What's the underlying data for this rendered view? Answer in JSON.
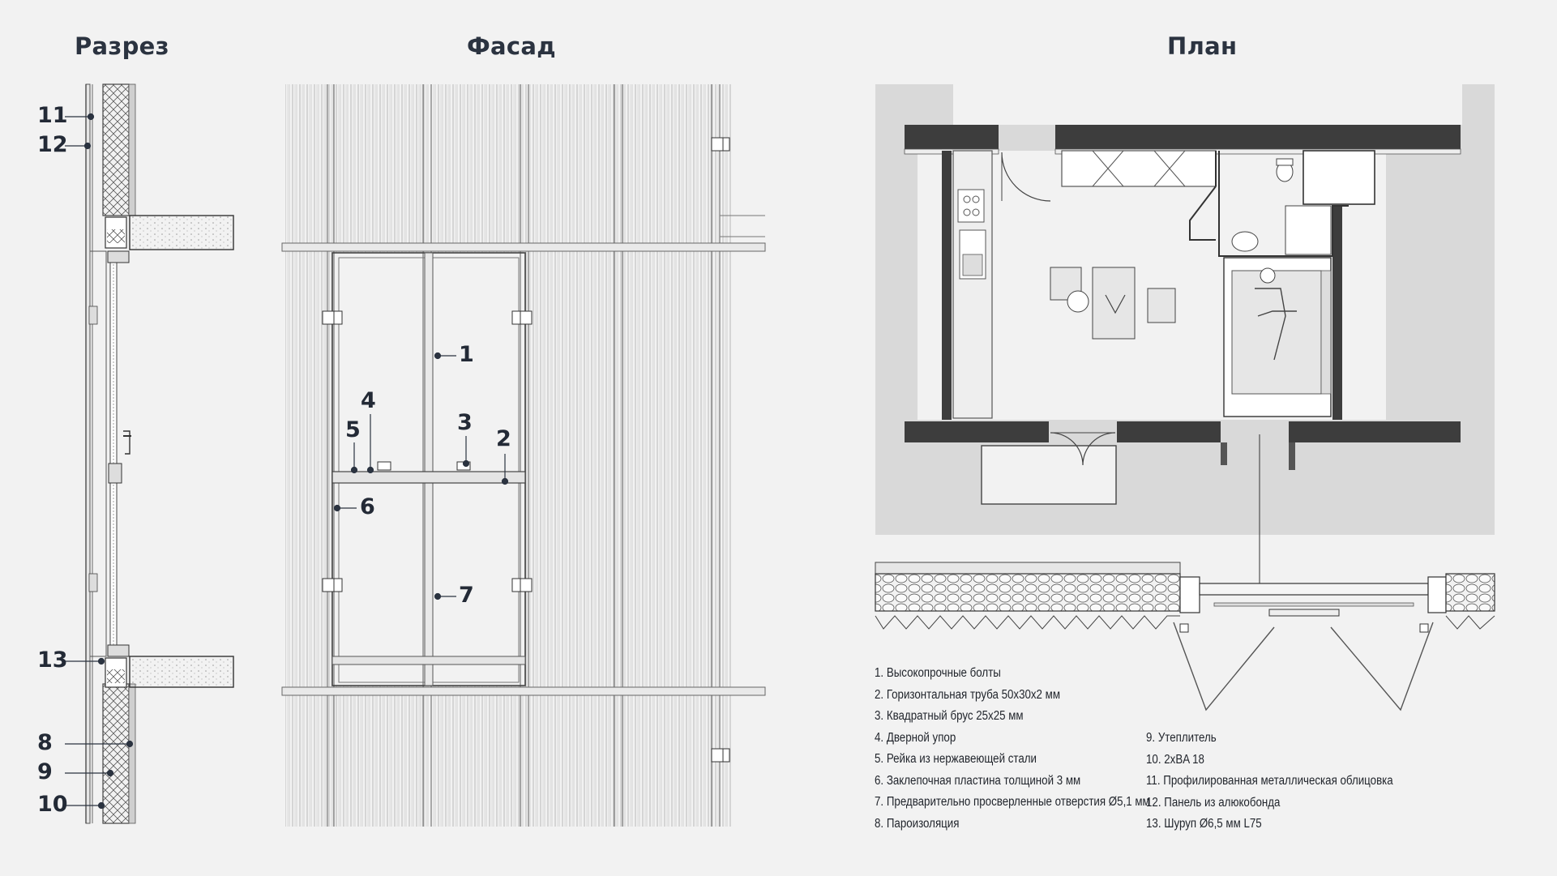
{
  "titles": {
    "section": "Разрез",
    "facade": "Фасад",
    "plan": "План"
  },
  "section_callouts": [
    "11",
    "12",
    "13",
    "8",
    "9",
    "10"
  ],
  "facade_callouts": [
    "1",
    "4",
    "5",
    "3",
    "2",
    "6",
    "7"
  ],
  "legend": {
    "left": [
      "1. Высокопрочные болты",
      "2. Горизонтальная труба 50x30x2 мм",
      "3. Квадратный брус 25x25 мм",
      "4. Дверной упор",
      "5. Рейка из нержавеющей стали",
      "6. Заклепочная пластина толщиной 3 мм",
      "7. Предварительно просверленные отверстия Ø5,1 мм",
      "8. Пароизоляция"
    ],
    "right": [
      "9. Утеплитель",
      "10. 2xBA 18",
      "11. Профилированная металлическая облицовка",
      "12. Панель из алюкобонда",
      "13. Шуруп Ø6,5 мм L75"
    ]
  },
  "colors": {
    "background": "#f2f2f2",
    "ink": "#2b3340",
    "wall_dark": "#3d3d3d",
    "plan_ground": "#d9d9d9"
  }
}
